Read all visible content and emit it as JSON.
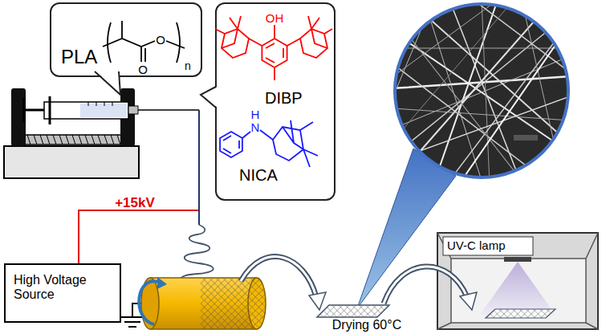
{
  "diagram": {
    "nodes": [
      {
        "text": [
          "PLA"
        ]
      },
      {
        "text": [
          "DIBP",
          "NICA"
        ]
      },
      {
        "text": [
          "High Voltage Source"
        ]
      },
      {
        "text": [
          "UV-C lamp"
        ]
      }
    ],
    "labels": [
      "O",
      "O",
      "n",
      "OH",
      "H",
      "N",
      "+15kV",
      "Drying 60°C"
    ]
  }
}
